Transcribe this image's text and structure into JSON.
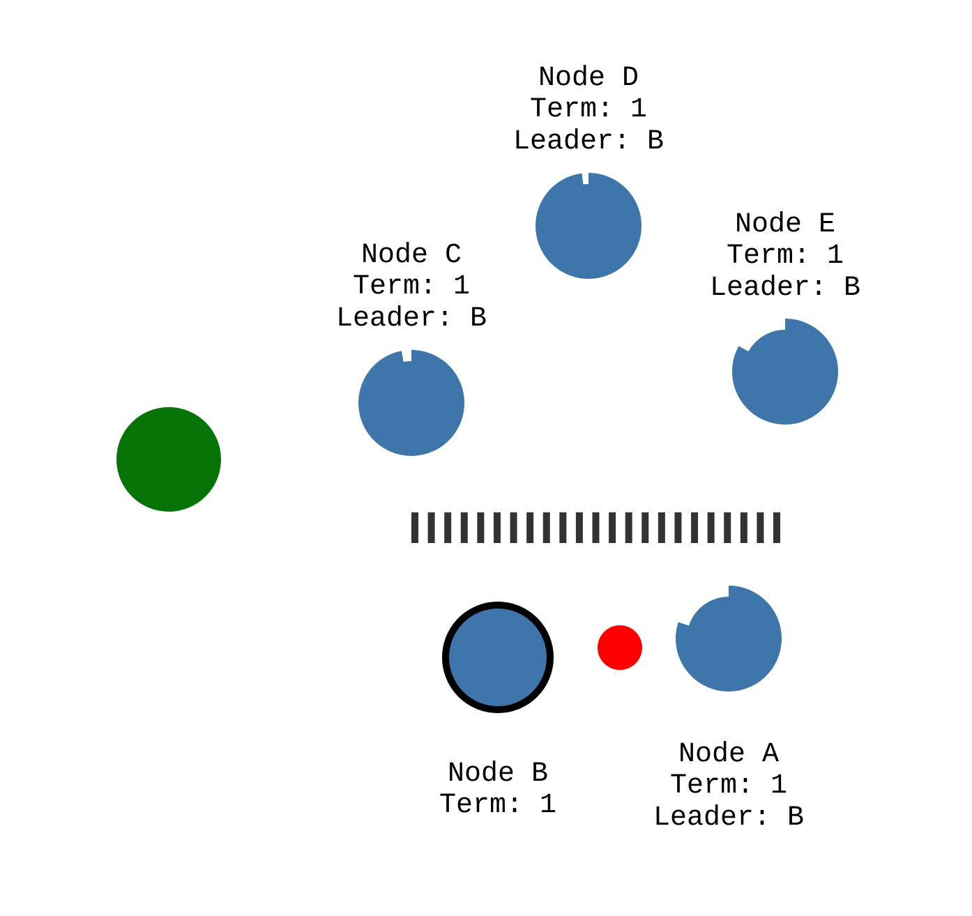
{
  "colors": {
    "node": "#3e76ac",
    "client": "#067306",
    "message": "#ff0000",
    "partition": "#333333",
    "leader_ring": "#000000",
    "background": "#ffffff"
  },
  "nodes": [
    {
      "id": "D",
      "name": "Node D",
      "term": "Term: 1",
      "leader": "Leader: B",
      "role": "follower",
      "timeout_remaining": 0.98
    },
    {
      "id": "C",
      "name": "Node C",
      "term": "Term: 1",
      "leader": "Leader: B",
      "role": "follower",
      "timeout_remaining": 0.97
    },
    {
      "id": "E",
      "name": "Node E",
      "term": "Term: 1",
      "leader": "Leader: B",
      "role": "follower",
      "timeout_remaining": 0.83
    },
    {
      "id": "B",
      "name": "Node B",
      "term": "Term: 1",
      "role": "leader"
    },
    {
      "id": "A",
      "name": "Node A",
      "term": "Term: 1",
      "leader": "Leader: B",
      "role": "follower",
      "timeout_remaining": 0.8
    }
  ],
  "client": {
    "icon": "client-circle"
  },
  "message": {
    "icon": "message-dot"
  },
  "partition": {
    "icon": "partition-barrier",
    "segments": 23
  }
}
